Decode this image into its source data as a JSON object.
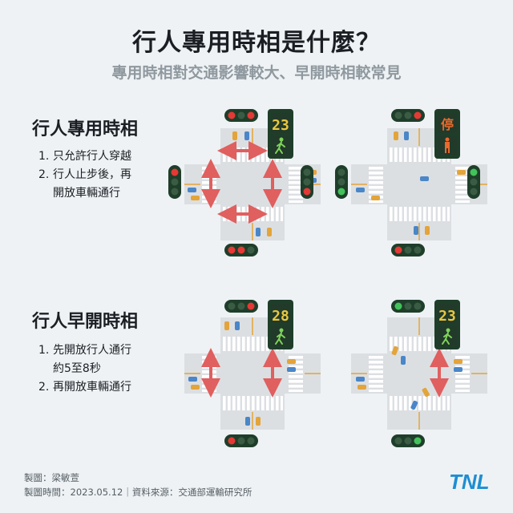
{
  "header": {
    "title": "行人專用時相是什麼？",
    "subtitle": "專用時相對交通影響較大、早開時相較常見"
  },
  "exclusive": {
    "title": "行人專用時相",
    "steps": [
      {
        "num": "1.",
        "text": "只允許行人穿越"
      },
      {
        "num": "2.",
        "text": "行人止步後，再",
        "text2": "開放車輛通行"
      }
    ],
    "countdown_left": "23",
    "stop_char": "停"
  },
  "early": {
    "title": "行人早開時相",
    "steps": [
      {
        "num": "1.",
        "text": "先開放行人通行",
        "text2": "約5至8秒"
      },
      {
        "num": "2.",
        "text": "再開放車輛通行"
      }
    ],
    "countdown_left": "28",
    "countdown_right": "23"
  },
  "footer": {
    "maker": "製圖：梁敏萱",
    "meta": "製圖時間：2023.05.12｜資料來源：交通部運輸研究所"
  },
  "logo": "TNL",
  "colors": {
    "background": "#eef2f5",
    "road": "#dcdfe2",
    "crosswalk": "#ffffff",
    "lane_mark": "#e3a43a",
    "arrow": "#e05f5f",
    "signal_housing": "#1f3e2a",
    "red_light": "#e53935",
    "green_light": "#43c25a",
    "countdown_on": "#e8c840",
    "countdown_red": "#e86a2d",
    "walk_green": "#7fd45a",
    "logo_blue": "#1f8ed1"
  }
}
